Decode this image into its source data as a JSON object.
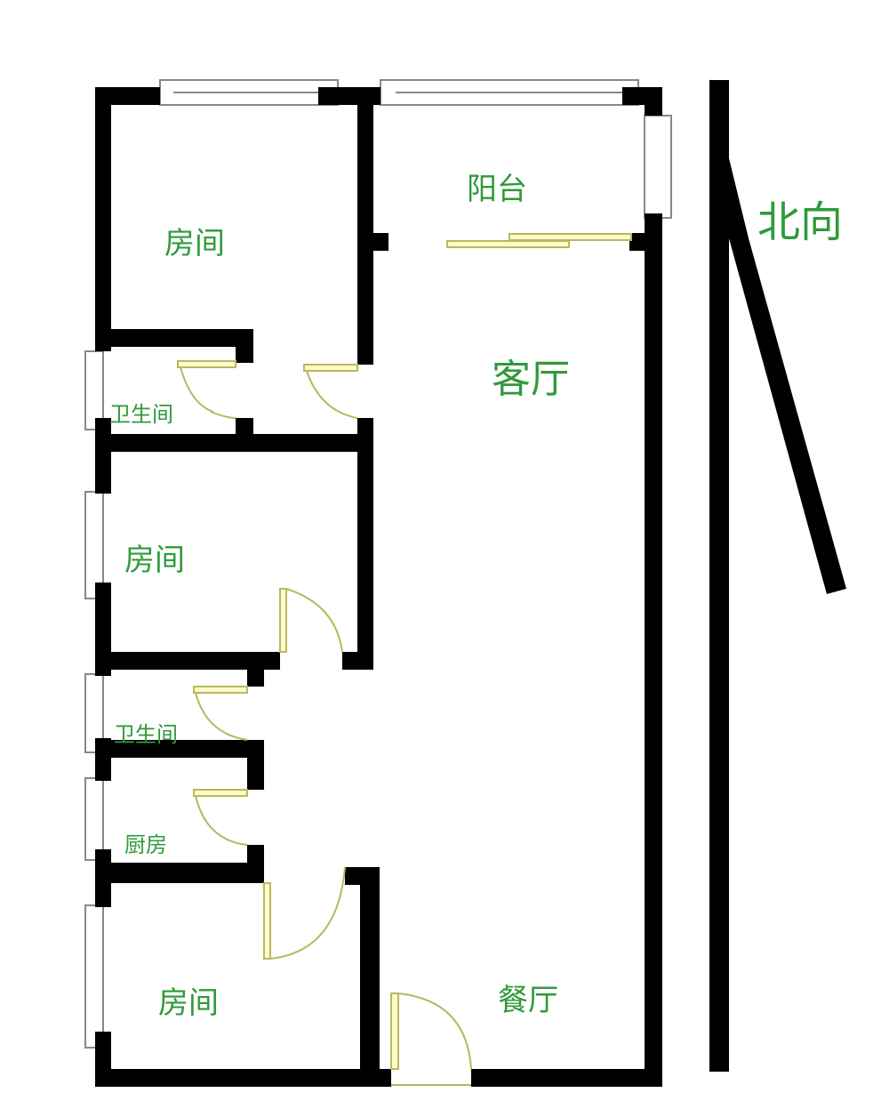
{
  "rooms": {
    "bedroom_top": "房间",
    "balcony": "阳台",
    "living_room": "客厅",
    "bathroom_top": "卫生间",
    "bedroom_middle": "房间",
    "bathroom_bottom": "卫生间",
    "kitchen": "厨房",
    "bedroom_bottom": "房间",
    "dining_room": "餐厅"
  },
  "compass": {
    "label": "北向"
  },
  "colors": {
    "wall": "#000000",
    "label": "#2f9a3a",
    "door": "#c8c86a",
    "window": "#888888"
  }
}
